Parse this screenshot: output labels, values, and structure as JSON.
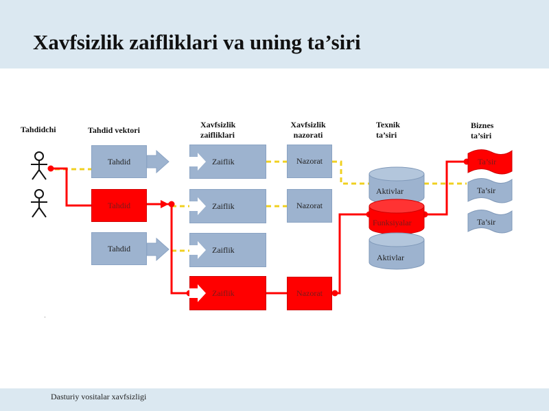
{
  "slide": {
    "title": "Xavfsizlik zaifliklari va uning ta’siri",
    "footer": "Dasturiy vositalar xavfsizligi"
  },
  "headers": {
    "threat_agent": "Tahdidchi",
    "threat_vector": "Tahdid vektori",
    "vulnerabilities_line1": "Xavfsizlik",
    "vulnerabilities_line2": "zaifliklari",
    "controls_line1": "Xavfsizlik",
    "controls_line2": "nazorati",
    "tech_impact_line1": "Texnik",
    "tech_impact_line2": "ta’siri",
    "biz_impact_line1": "Biznes",
    "biz_impact_line2": "ta’siri"
  },
  "threats": [
    "Tahdid",
    "Tahdid",
    "Tahdid"
  ],
  "weaknesses": [
    "Zaiflik",
    "Zaiflik",
    "Zaiflik",
    "Zaiflik"
  ],
  "controls": [
    "Nazorat",
    "Nazorat",
    "Nazorat"
  ],
  "assets": [
    "Aktivlar",
    "Funksiyalar",
    "Aktivlar"
  ],
  "impacts": [
    "Ta’sir",
    "Ta’sir",
    "Ta’sir"
  ],
  "colors": {
    "attack_path": "#ff0000",
    "node_fill": "#9db3cf",
    "dashed_link": "#f0d020",
    "band": "#dbe8f1"
  }
}
